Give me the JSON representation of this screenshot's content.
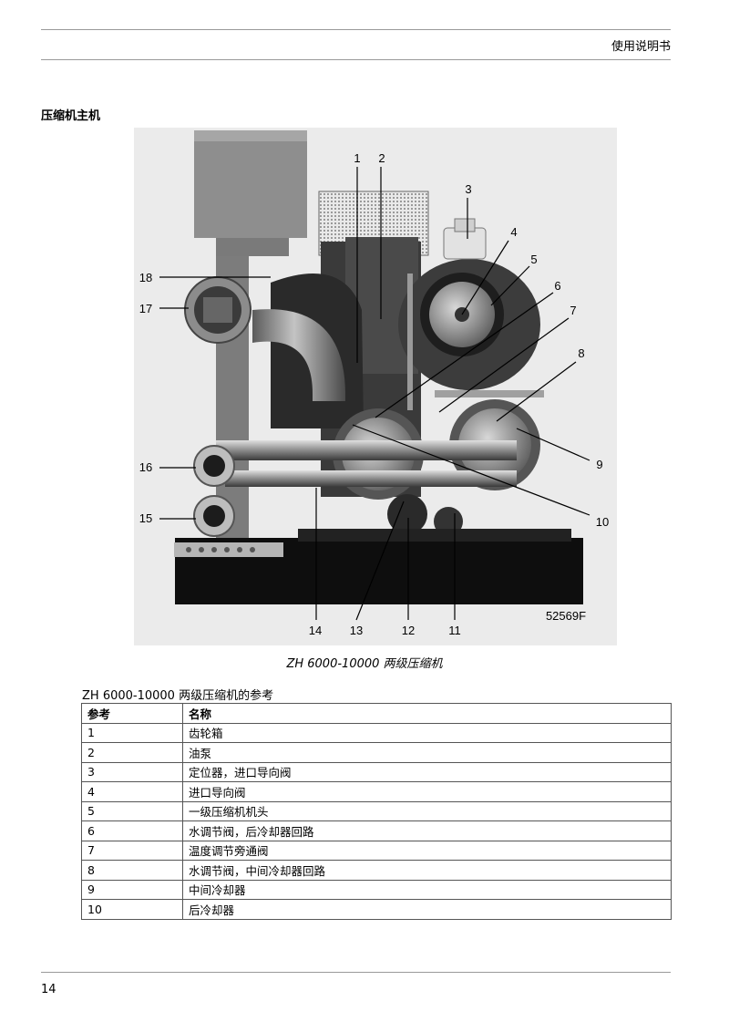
{
  "header": {
    "title": "使用说明书"
  },
  "section": {
    "title": "压缩机主机"
  },
  "figure": {
    "code": "52569F",
    "callouts": [
      "1",
      "2",
      "3",
      "4",
      "5",
      "6",
      "7",
      "8",
      "9",
      "10",
      "11",
      "12",
      "13",
      "14",
      "15",
      "16",
      "17",
      "18"
    ],
    "caption": "ZH 6000-10000 两级压缩机"
  },
  "table": {
    "title": "ZH 6000-10000 两级压缩机的参考",
    "headers": [
      "参考",
      "名称"
    ],
    "rows": [
      [
        "1",
        "齿轮箱"
      ],
      [
        "2",
        "油泵"
      ],
      [
        "3",
        "定位器，进口导向阀"
      ],
      [
        "4",
        "进口导向阀"
      ],
      [
        "5",
        "一级压缩机机头"
      ],
      [
        "6",
        "水调节阀，后冷却器回路"
      ],
      [
        "7",
        "温度调节旁通阀"
      ],
      [
        "8",
        "水调节阀，中间冷却器回路"
      ],
      [
        "9",
        "中间冷却器"
      ],
      [
        "10",
        "后冷却器"
      ]
    ]
  },
  "footer": {
    "page_number": "14"
  }
}
